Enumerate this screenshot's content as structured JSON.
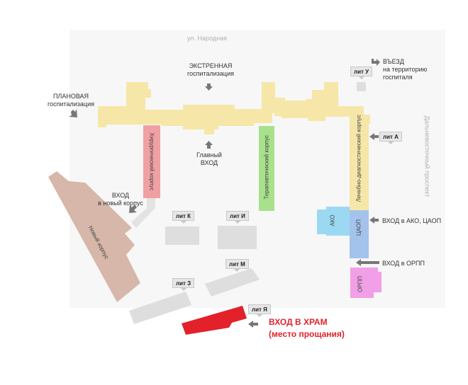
{
  "streets": {
    "top": "ул. Народная",
    "right": "Дальневосточный проспект"
  },
  "labels": {
    "emergency": [
      "ЭКСТРЕННАЯ",
      "госпитализация"
    ],
    "planned": [
      "ПЛАНОВАЯ",
      "госпитализация"
    ],
    "main_entrance": [
      "Главный",
      "ВХОД"
    ],
    "new_building_entrance": [
      "ВХОД",
      "в новый корпус"
    ],
    "vehicle_entry": [
      "ВЪЕЗД",
      "на территорию",
      "госпиталя"
    ],
    "ako_entrance": "ВХОД в АКО, ЦАОП",
    "orpp_entrance": "ВХОД в ОРПП",
    "temple_entrance": [
      "ВХОД В ХРАМ",
      "(место прощания)"
    ]
  },
  "buildings": {
    "surgical": "Хирургический корпус",
    "therapeutic": "Терапевтический корпус",
    "diagnostic": "Лечебно-диагностический корпус",
    "new": "Новый корпус",
    "ako": "АКО",
    "caop": "ЦАОП",
    "orpp": "ОРПП"
  },
  "lit_tags": {
    "u": "лит У",
    "a": "лит А",
    "k": "лит К",
    "i": "лит И",
    "m": "лит М",
    "z": "лит З",
    "ya": "лит Я"
  },
  "colors": {
    "main_building": "#f6e7a9",
    "surgical": "#f0a0a3",
    "therapeutic": "#a8e08c",
    "new_building": "#d7b7a9",
    "ako": "#9bd9f2",
    "caop": "#a4c3ec",
    "orpp": "#f19fe6",
    "temple": "#e2212b",
    "gray_building": "#dedede",
    "territory": "#f7f7f7"
  }
}
